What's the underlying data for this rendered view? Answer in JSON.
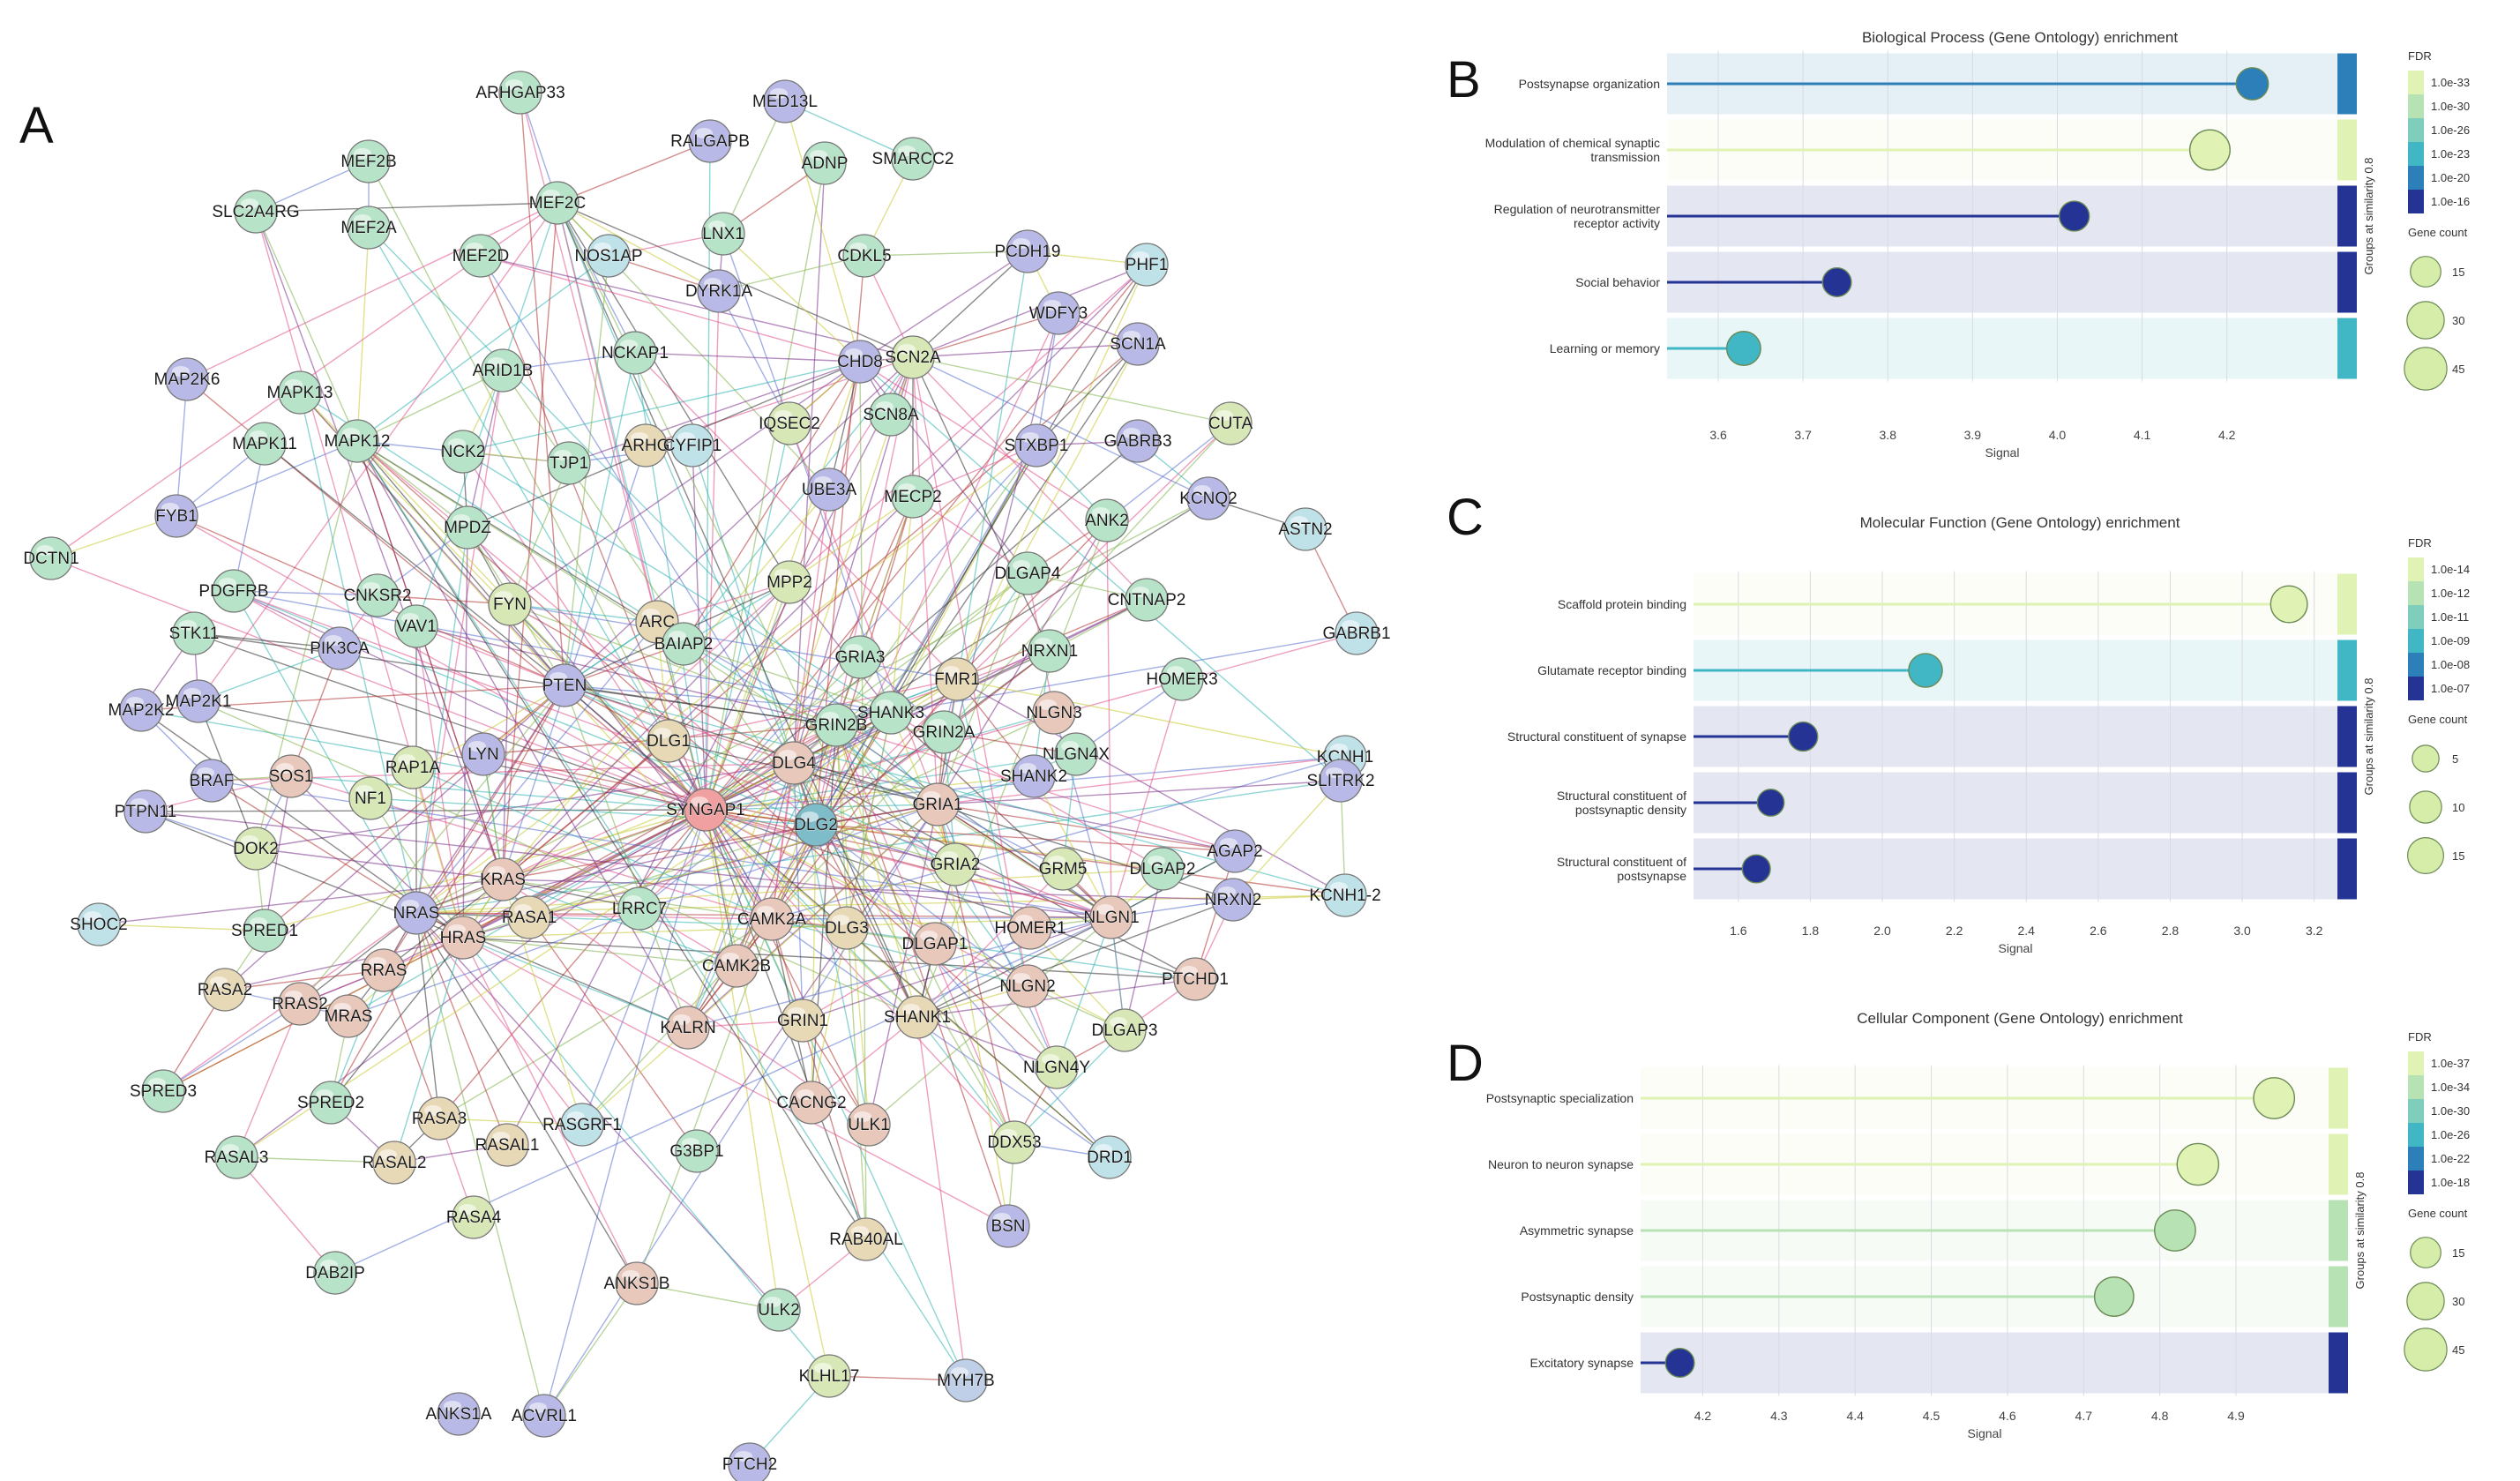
{
  "panels": {
    "a": "A",
    "b": "B",
    "c": "C",
    "d": "D"
  },
  "network": {
    "nodes": [
      {
        "label": "ARHGAP33",
        "color": "#b7e3c8",
        "dx": -32,
        "dy": 60
      },
      {
        "label": "MED13L",
        "color": "#b8b9e6",
        "dx": -10,
        "dy": 10
      },
      {
        "label": "RALGAPB",
        "color": "#b8b9e6",
        "dx": -12,
        "dy": 52
      },
      {
        "label": "ADNP",
        "color": "#b7e3c8",
        "dx": 0,
        "dy": 8
      },
      {
        "label": "SMARCC2",
        "color": "#b7e3c8",
        "dx": 26,
        "dy": 40
      },
      {
        "label": "MEF2B",
        "color": "#b7e3c8",
        "dx": -10,
        "dy": -2
      },
      {
        "label": "MEF2C",
        "color": "#b7e3c8",
        "dx": 0,
        "dy": 0
      },
      {
        "label": "SLC2A4RG",
        "color": "#b7e3c8",
        "dx": -30,
        "dy": 0
      },
      {
        "label": "MEF2A",
        "color": "#b7e3c8",
        "dx": -2,
        "dy": -2
      },
      {
        "label": "MEF2D",
        "color": "#b7e3c8",
        "dx": 14,
        "dy": 10
      },
      {
        "label": "NOS1AP",
        "color": "#bfe1e8",
        "dx": -10,
        "dy": 0
      },
      {
        "label": "LNX1",
        "color": "#b7e3c8",
        "dx": 0,
        "dy": 0
      },
      {
        "label": "PCDH19",
        "color": "#b8b9e6",
        "dx": -8,
        "dy": 0
      },
      {
        "label": "PHF1",
        "color": "#bfe1e8",
        "dx": 0,
        "dy": 0
      },
      {
        "label": "DYRK1A",
        "color": "#b8b9e6",
        "dx": 0,
        "dy": 0
      },
      {
        "label": "CDKL5",
        "color": "#b7e3c8",
        "dx": 0,
        "dy": 0
      },
      {
        "label": "WDFY3",
        "color": "#b8b9e6",
        "dx": 0,
        "dy": 0
      },
      {
        "label": "NCKAP1",
        "color": "#b7e3c8",
        "dx": -10,
        "dy": 10
      },
      {
        "label": "ARID1B",
        "color": "#b7e3c8",
        "dx": -10,
        "dy": 0
      },
      {
        "label": "CHD8",
        "color": "#b8b9e6",
        "dx": 0,
        "dy": 0
      },
      {
        "label": "SCN2A",
        "color": "#d7e8b6",
        "dx": 0,
        "dy": 0
      },
      {
        "label": "SCN1A",
        "color": "#b8b9e6",
        "dx": 0,
        "dy": 0
      },
      {
        "label": "MAP2K6",
        "color": "#b8b9e6",
        "dx": -18,
        "dy": 0
      },
      {
        "label": "MAPK13",
        "color": "#b7e3c8",
        "dx": 0,
        "dy": 0
      },
      {
        "label": "CUTA",
        "color": "#d7e8b6",
        "dx": 0,
        "dy": 40
      },
      {
        "label": "MAPK11",
        "color": "#b7e3c8",
        "dx": 0,
        "dy": 0
      },
      {
        "label": "MAPK12",
        "color": "#b7e3c8",
        "dx": 0,
        "dy": 0
      },
      {
        "label": "NCK2",
        "color": "#b7e3c8",
        "dx": 0,
        "dy": 0
      },
      {
        "label": "TJP1",
        "color": "#b7e3c8",
        "dx": 0,
        "dy": 0
      },
      {
        "label": "ARHG",
        "color": "#e8d9b6",
        "dx": 0,
        "dy": 0
      },
      {
        "label": "CYFIP1",
        "color": "#bfe1e8",
        "dx": 0,
        "dy": 0
      },
      {
        "label": "IQSEC2",
        "color": "#d7e8b6",
        "dx": 0,
        "dy": 0
      },
      {
        "label": "SCN8A",
        "color": "#b7e3c8",
        "dx": 0,
        "dy": 0
      },
      {
        "label": "STXBP1",
        "color": "#b8b9e6",
        "dx": 0,
        "dy": 0
      },
      {
        "label": "GABRB3",
        "color": "#b8b9e6",
        "dx": 0,
        "dy": 0
      },
      {
        "label": "UBE3A",
        "color": "#b8b9e6",
        "dx": 0,
        "dy": 0
      },
      {
        "label": "KCNQ2",
        "color": "#b8b9e6",
        "dx": 0,
        "dy": 0
      },
      {
        "label": "FYB1",
        "color": "#b8b9e6",
        "dx": -12,
        "dy": 0
      },
      {
        "label": "MPDZ",
        "color": "#b7e3c8",
        "dx": 0,
        "dy": 0
      },
      {
        "label": "MECP2",
        "color": "#b7e3c8",
        "dx": 0,
        "dy": 0
      },
      {
        "label": "ANK2",
        "color": "#b7e3c8",
        "dx": 0,
        "dy": 0
      },
      {
        "label": "ASTN2",
        "color": "#bfe1e8",
        "dx": 0,
        "dy": 0
      },
      {
        "label": "DCTN1",
        "color": "#b7e3c8",
        "dx": 0,
        "dy": 0
      },
      {
        "label": "PDGFRB",
        "color": "#b7e3c8",
        "dx": 0,
        "dy": 0
      },
      {
        "label": "CNKSR2",
        "color": "#b7e3c8",
        "dx": 0,
        "dy": 0
      },
      {
        "label": "FYN",
        "color": "#d7e8b6",
        "dx": 0,
        "dy": 0
      },
      {
        "label": "MPP2",
        "color": "#d7e8b6",
        "dx": 0,
        "dy": 0
      },
      {
        "label": "DLGAP4",
        "color": "#b7e3c8",
        "dx": 0,
        "dy": 0
      },
      {
        "label": "VAV1",
        "color": "#b7e3c8",
        "dx": 0,
        "dy": 0
      },
      {
        "label": "ARC",
        "color": "#e8d9b6",
        "dx": 0,
        "dy": 0
      },
      {
        "label": "CNTNAP2",
        "color": "#b7e3c8",
        "dx": 0,
        "dy": 0
      },
      {
        "label": "STK11",
        "color": "#b7e3c8",
        "dx": -10,
        "dy": 0
      },
      {
        "label": "PIK3CA",
        "color": "#b8b9e6",
        "dx": 0,
        "dy": 0
      },
      {
        "label": "BAIAP2",
        "color": "#b7e3c8",
        "dx": 0,
        "dy": 0
      },
      {
        "label": "GRIA3",
        "color": "#b7e3c8",
        "dx": 0,
        "dy": 0
      },
      {
        "label": "FMR1",
        "color": "#e8d9b6",
        "dx": 0,
        "dy": 0
      },
      {
        "label": "GABRB1",
        "color": "#bfe1e8",
        "dx": 0,
        "dy": 0
      },
      {
        "label": "SHANK3",
        "color": "#b7e3c8",
        "dx": 0,
        "dy": 0
      },
      {
        "label": "NRXN1",
        "color": "#b7e3c8",
        "dx": 0,
        "dy": 0
      },
      {
        "label": "MAP2K2",
        "color": "#b8b9e6",
        "dx": -8,
        "dy": 0
      },
      {
        "label": "MAP2K1",
        "color": "#b8b9e6",
        "dx": 0,
        "dy": 0
      },
      {
        "label": "PTEN",
        "color": "#b8b9e6",
        "dx": 0,
        "dy": 0
      },
      {
        "label": "HOMER3",
        "color": "#b7e3c8",
        "dx": 0,
        "dy": 0
      },
      {
        "label": "DLG1",
        "color": "#e8d9b6",
        "dx": 0,
        "dy": 0
      },
      {
        "label": "GRIN2B",
        "color": "#b7e3c8",
        "dx": 0,
        "dy": 0
      },
      {
        "label": "NLGN3",
        "color": "#e9c8bc",
        "dx": 0,
        "dy": 0
      },
      {
        "label": "LYN",
        "color": "#b8b9e6",
        "dx": 0,
        "dy": 0
      },
      {
        "label": "DLG4",
        "color": "#e9c8bc",
        "dx": 0,
        "dy": 0
      },
      {
        "label": "GRIN2A",
        "color": "#b7e3c8",
        "dx": 0,
        "dy": 0
      },
      {
        "label": "NLGN4X",
        "color": "#b7e3c8",
        "dx": 0,
        "dy": 0
      },
      {
        "label": "KCNH1",
        "color": "#bfe1e8",
        "dx": 0,
        "dy": 0
      },
      {
        "label": "RAP1A",
        "color": "#d7e8b6",
        "dx": 0,
        "dy": 0
      },
      {
        "label": "BRAF",
        "color": "#b8b9e6",
        "dx": 0,
        "dy": 0
      },
      {
        "label": "SOS1",
        "color": "#e9c8bc",
        "dx": 0,
        "dy": 0
      },
      {
        "label": "NF1",
        "color": "#d7e8b6",
        "dx": 0,
        "dy": 0
      },
      {
        "label": "SHANK2",
        "color": "#b8b9e6",
        "dx": 0,
        "dy": 0
      },
      {
        "label": "SLITRK2",
        "color": "#b8b9e6",
        "dx": 0,
        "dy": 0
      },
      {
        "label": "SYNGAP1",
        "color": "#f0a0a0",
        "dx": 0,
        "dy": 0
      },
      {
        "label": "GRIA1",
        "color": "#e9c8bc",
        "dx": 0,
        "dy": 0
      },
      {
        "label": "PTPN11",
        "color": "#b8b9e6",
        "dx": 0,
        "dy": 0
      },
      {
        "label": "DLG2",
        "color": "#7fbcc9",
        "dx": 0,
        "dy": 0
      },
      {
        "label": "AGAP2",
        "color": "#b8b9e6",
        "dx": 0,
        "dy": 0
      },
      {
        "label": "DOK2",
        "color": "#d7e8b6",
        "dx": 0,
        "dy": 0
      },
      {
        "label": "DLGAP2",
        "color": "#b7e3c8",
        "dx": 0,
        "dy": 0
      },
      {
        "label": "GRM5",
        "color": "#d7e8b6",
        "dx": 0,
        "dy": 0
      },
      {
        "label": "GRIA2",
        "color": "#d7e8b6",
        "dx": 0,
        "dy": 0
      },
      {
        "label": "KRAS",
        "color": "#e9c8bc",
        "dx": 0,
        "dy": 0
      },
      {
        "label": "LRRC7",
        "color": "#b7e3c8",
        "dx": 0,
        "dy": 0
      },
      {
        "label": "NLGN1",
        "color": "#e9c8bc",
        "dx": 0,
        "dy": 0
      },
      {
        "label": "NRXN2",
        "color": "#b8b9e6",
        "dx": 0,
        "dy": 0
      },
      {
        "label": "KCNH1-2",
        "color": "#bfe1e8",
        "dx": 0,
        "dy": 0
      },
      {
        "label": "SHOC2",
        "color": "#bfe1e8",
        "dx": 0,
        "dy": 0
      },
      {
        "label": "SPRED1",
        "color": "#b7e3c8",
        "dx": 0,
        "dy": 0
      },
      {
        "label": "NRAS",
        "color": "#b8b9e6",
        "dx": 0,
        "dy": 0
      },
      {
        "label": "HRAS",
        "color": "#e9c8bc",
        "dx": 0,
        "dy": 0
      },
      {
        "label": "RASA1",
        "color": "#e8d9b6",
        "dx": 0,
        "dy": 0
      },
      {
        "label": "CAMK2A",
        "color": "#e9c8bc",
        "dx": 0,
        "dy": 0
      },
      {
        "label": "DLG3",
        "color": "#e8d9b6",
        "dx": 0,
        "dy": 0
      },
      {
        "label": "DLGAP1",
        "color": "#e9c8bc",
        "dx": 0,
        "dy": 0
      },
      {
        "label": "HOMER1",
        "color": "#e9c8bc",
        "dx": 0,
        "dy": 0
      },
      {
        "label": "RASA2",
        "color": "#e8d9b6",
        "dx": 0,
        "dy": 0
      },
      {
        "label": "RRAS2",
        "color": "#e9c8bc",
        "dx": 0,
        "dy": 0
      },
      {
        "label": "RRAS",
        "color": "#e9c8bc",
        "dx": 0,
        "dy": 0
      },
      {
        "label": "MRAS",
        "color": "#e9c8bc",
        "dx": 0,
        "dy": 0
      },
      {
        "label": "CAMK2B",
        "color": "#e9c8bc",
        "dx": 0,
        "dy": 0
      },
      {
        "label": "PTCHD1",
        "color": "#e9c8bc",
        "dx": 0,
        "dy": 0
      },
      {
        "label": "NLGN2",
        "color": "#e9c8bc",
        "dx": 0,
        "dy": 0
      },
      {
        "label": "KALRN",
        "color": "#e9c8bc",
        "dx": 0,
        "dy": 0
      },
      {
        "label": "GRIN1",
        "color": "#e8d9b6",
        "dx": 0,
        "dy": 0
      },
      {
        "label": "SHANK1",
        "color": "#e8d9b6",
        "dx": 0,
        "dy": 0
      },
      {
        "label": "DLGAP3",
        "color": "#d7e8b6",
        "dx": 0,
        "dy": 0
      },
      {
        "label": "NLGN4Y",
        "color": "#d7e8b6",
        "dx": 0,
        "dy": 0
      },
      {
        "label": "SPRED3",
        "color": "#b7e3c8",
        "dx": 0,
        "dy": 0
      },
      {
        "label": "SPRED2",
        "color": "#b7e3c8",
        "dx": 0,
        "dy": 0
      },
      {
        "label": "RASA3",
        "color": "#e8d9b6",
        "dx": 0,
        "dy": 0
      },
      {
        "label": "RASGRF1",
        "color": "#bfe1e8",
        "dx": 0,
        "dy": 0
      },
      {
        "label": "CACNG2",
        "color": "#e9c8bc",
        "dx": 0,
        "dy": 0
      },
      {
        "label": "ULK1",
        "color": "#e9c8bc",
        "dx": 0,
        "dy": 0
      },
      {
        "label": "DDX53",
        "color": "#d7e8b6",
        "dx": 0,
        "dy": 0
      },
      {
        "label": "RASAL3",
        "color": "#b7e3c8",
        "dx": 0,
        "dy": 0
      },
      {
        "label": "RASAL2",
        "color": "#e8d9b6",
        "dx": 0,
        "dy": 0
      },
      {
        "label": "RASAL1",
        "color": "#e8d9b6",
        "dx": 0,
        "dy": 0
      },
      {
        "label": "G3BP1",
        "color": "#b7e3c8",
        "dx": 0,
        "dy": 0
      },
      {
        "label": "DRD1",
        "color": "#bfe1e8",
        "dx": 0,
        "dy": 0
      },
      {
        "label": "RASA4",
        "color": "#d7e8b6",
        "dx": 0,
        "dy": 0
      },
      {
        "label": "RAB40AL",
        "color": "#e8d9b6",
        "dx": 0,
        "dy": 0
      },
      {
        "label": "BSN",
        "color": "#b8b9e6",
        "dx": 0,
        "dy": 0
      },
      {
        "label": "DAB2IP",
        "color": "#b7e3c8",
        "dx": 0,
        "dy": 0
      },
      {
        "label": "ANKS1B",
        "color": "#e9c8bc",
        "dx": 0,
        "dy": 0
      },
      {
        "label": "ULK2",
        "color": "#b7e3c8",
        "dx": 0,
        "dy": 0
      },
      {
        "label": "KLHL17",
        "color": "#d7e8b6",
        "dx": 0,
        "dy": 0
      },
      {
        "label": "MYH7B",
        "color": "#bfcfe8",
        "dx": 0,
        "dy": 0
      },
      {
        "label": "ANKS1A",
        "color": "#b8b9e6",
        "dx": 0,
        "dy": 0
      },
      {
        "label": "ACVRL1",
        "color": "#b8b9e6",
        "dx": 0,
        "dy": 0
      },
      {
        "label": "PTCH2",
        "color": "#b8b9e6",
        "dx": 0,
        "dy": 0
      }
    ]
  },
  "legend_labels": {
    "fdr": "FDR",
    "gene_count": "Gene count",
    "groups": "Groups at similarity 0.8"
  },
  "chart_data": [
    {
      "type": "scatter",
      "panel": "B",
      "title": "Biological Process (Gene Ontology) enrichment",
      "xlabel": "Signal",
      "ylabel": "",
      "xlim": [
        3.55,
        4.32
      ],
      "xticks": [
        "3.6",
        "3.7",
        "3.8",
        "3.9",
        "4.0",
        "4.1",
        "4.2"
      ],
      "categories": [
        "Postsynapse organization",
        "Modulation of chemical synaptic transmission",
        "Regulation of neurotransmitter receptor activity",
        "Social behavior",
        "Learning or memory"
      ],
      "signal": [
        4.23,
        4.18,
        4.02,
        3.74,
        3.63
      ],
      "fdr_exponent": [
        -18,
        -33,
        -16,
        -17,
        -23
      ],
      "gene_count": [
        18,
        38,
        14,
        12,
        22
      ],
      "groups": [
        1,
        2,
        1,
        3,
        4
      ],
      "fdr_legend": [
        "1.0e-33",
        "1.0e-30",
        "1.0e-26",
        "1.0e-23",
        "1.0e-20",
        "1.0e-16"
      ],
      "size_legend": [
        "15",
        "30",
        "45"
      ]
    },
    {
      "type": "scatter",
      "panel": "C",
      "title": "Molecular Function (Gene Ontology) enrichment",
      "xlabel": "Signal",
      "ylabel": "",
      "xlim": [
        1.5,
        3.24
      ],
      "xticks": [
        "1.6",
        "1.8",
        "2.0",
        "2.2",
        "2.4",
        "2.6",
        "2.8",
        "3.0",
        "3.2"
      ],
      "categories": [
        "Scaffold protein binding",
        "Glutamate receptor binding",
        "Structural constituent of synapse",
        "Structural constituent of postsynaptic density",
        "Structural constituent of postsynapse"
      ],
      "signal": [
        3.13,
        2.12,
        1.78,
        1.69,
        1.65
      ],
      "fdr_exponent": [
        -14,
        -10,
        -7,
        -7,
        -7
      ],
      "gene_count": [
        16,
        12,
        7,
        5,
        6
      ],
      "groups": [
        1,
        2,
        3,
        3,
        3
      ],
      "fdr_legend": [
        "1.0e-14",
        "1.0e-12",
        "1.0e-11",
        "1.0e-09",
        "1.0e-08",
        "1.0e-07"
      ],
      "size_legend": [
        "5",
        "10",
        "15"
      ]
    },
    {
      "type": "scatter",
      "panel": "D",
      "title": "Cellular Component (Gene Ontology) enrichment",
      "xlabel": "Signal",
      "ylabel": "",
      "xlim": [
        4.13,
        5.01
      ],
      "xticks": [
        "4.2",
        "4.3",
        "4.4",
        "4.5",
        "4.6",
        "4.7",
        "4.8",
        "4.9"
      ],
      "categories": [
        "Postsynaptic specialization",
        "Neuron to neuron synapse",
        "Asymmetric synapse",
        "Postsynaptic density",
        "Excitatory synapse"
      ],
      "signal": [
        4.95,
        4.85,
        4.82,
        4.74,
        4.17
      ],
      "fdr_exponent": [
        -37,
        -36,
        -35,
        -32,
        -18
      ],
      "gene_count": [
        40,
        42,
        40,
        35,
        12
      ],
      "groups": [
        1,
        1,
        1,
        1,
        2
      ],
      "fdr_legend": [
        "1.0e-37",
        "1.0e-34",
        "1.0e-30",
        "1.0e-26",
        "1.0e-22",
        "1.0e-18"
      ],
      "size_legend": [
        "15",
        "30",
        "45"
      ]
    }
  ]
}
